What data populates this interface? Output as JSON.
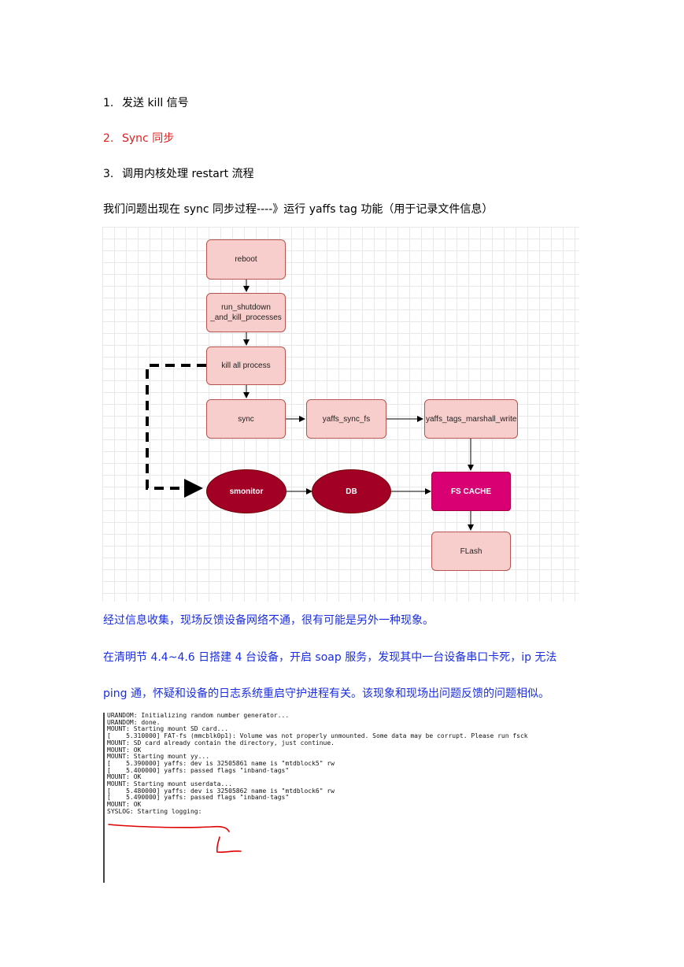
{
  "steps": [
    {
      "num": "1.",
      "text": "发送 kill 信号"
    },
    {
      "num": "2.",
      "text": "Sync 同步"
    },
    {
      "num": "3.",
      "text": "调用内核处理 restart 流程"
    }
  ],
  "intro": "我们问题出现在 sync 同步过程----》运行 yaffs tag 功能（用于记录文件信息）",
  "diagram": {
    "nodes": {
      "reboot": "reboot",
      "run_shutdown_line1": "run_shutdown",
      "run_shutdown_line2": "_and_kill_processes",
      "kill": "kill all process",
      "sync": "sync",
      "yaffs_sync": "yaffs_sync_fs",
      "yaffs_tags": "yaffs_tags_marshall_write",
      "smonitor": "smonitor",
      "db": "DB",
      "fscache": "FS CACHE",
      "flash": "FLash"
    }
  },
  "paragraphs": {
    "p1": "经过信息收集，现场反馈设备网络不通，很有可能是另外一种现象。",
    "p2": "在清明节 4.4~4.6 日搭建 4 台设备，开启 soap 服务，发现其中一台设备串口卡死，ip 无法",
    "p3": "ping 通，怀疑和设备的日志系统重启守护进程有关。该现象和现场出问题反馈的问题相似。"
  },
  "terminal": [
    "URANDOM: Initializing random number generator...",
    "URANDOM: done.",
    "MOUNT: Starting mount SD card...",
    "[    5.310000] FAT-fs (mmcblk0p1): Volume was not properly unmounted. Some data may be corrupt. Please run fsck",
    "MOUNT: SD card already contain the directory, just continue.",
    "MOUNT: OK",
    "MOUNT: Starting mount yy...",
    "[    5.390000] yaffs: dev is 32505861 name is \"mtdblock5\" rw",
    "[    5.400000] yaffs: passed flags \"inband-tags\"",
    "MOUNT: OK",
    "MOUNT: Starting mount userdata...",
    "[    5.480000] yaffs: dev is 32505862 name is \"mtdblock6\" rw",
    "[    5.490000] yaffs: passed flags \"inband-tags\"",
    "MOUNT: OK",
    "SYSLOG: Starting logging:"
  ]
}
